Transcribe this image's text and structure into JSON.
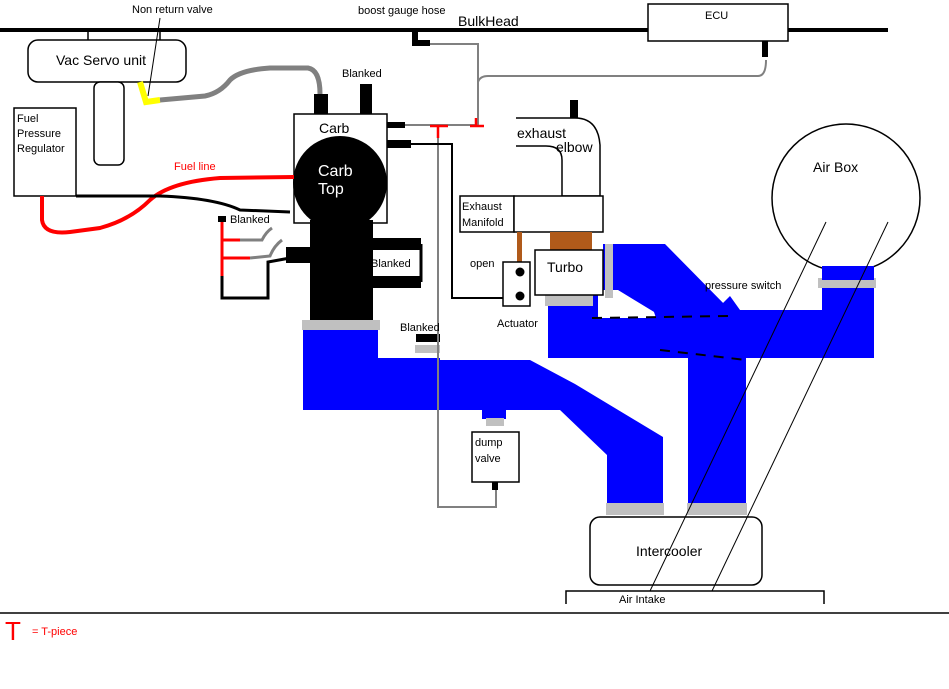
{
  "colors": {
    "vacuum_hose": "#808080",
    "fuel_line": "#ff0000",
    "intake_pipe": "#0000ff",
    "clamp": "#c0c0c0",
    "carb_body": "#000000",
    "non_return_valve": "#ffff00",
    "turbo_link": "#b05a1a"
  },
  "labels": {
    "bulkhead": "BulkHead",
    "boost_gauge_hose": "boost gauge hose",
    "ecu": "ECU",
    "non_return_valve": "Non return valve",
    "vac_servo_unit": "Vac Servo unit",
    "blanked_top": "Blanked",
    "fuel_reg_line1": "Fuel",
    "fuel_reg_line2": "Pressure",
    "fuel_reg_line3": "Regulator",
    "fuel_line": "Fuel line",
    "carb": "Carb",
    "carb_top_line1": "Carb",
    "carb_top_line2": "Top",
    "exhaust_elbow_line1": "exhaust",
    "exhaust_elbow_line2": "elbow",
    "exhaust_manifold_line1": "Exhaust",
    "exhaust_manifold_line2": "Manifold",
    "air_box": "Air Box",
    "blanked_left": "Blanked",
    "blanked_right": "Blanked",
    "blanked_lower": "Blanked",
    "open": "open",
    "turbo": "Turbo",
    "actuator": "Actuator",
    "pressure_switch": "pressure switch",
    "dump_valve_line1": "dump",
    "dump_valve_line2": "valve",
    "intercooler": "Intercooler",
    "air_intake": "Air Intake",
    "t_piece_symbol": "T",
    "t_piece_legend": "= T-piece"
  }
}
